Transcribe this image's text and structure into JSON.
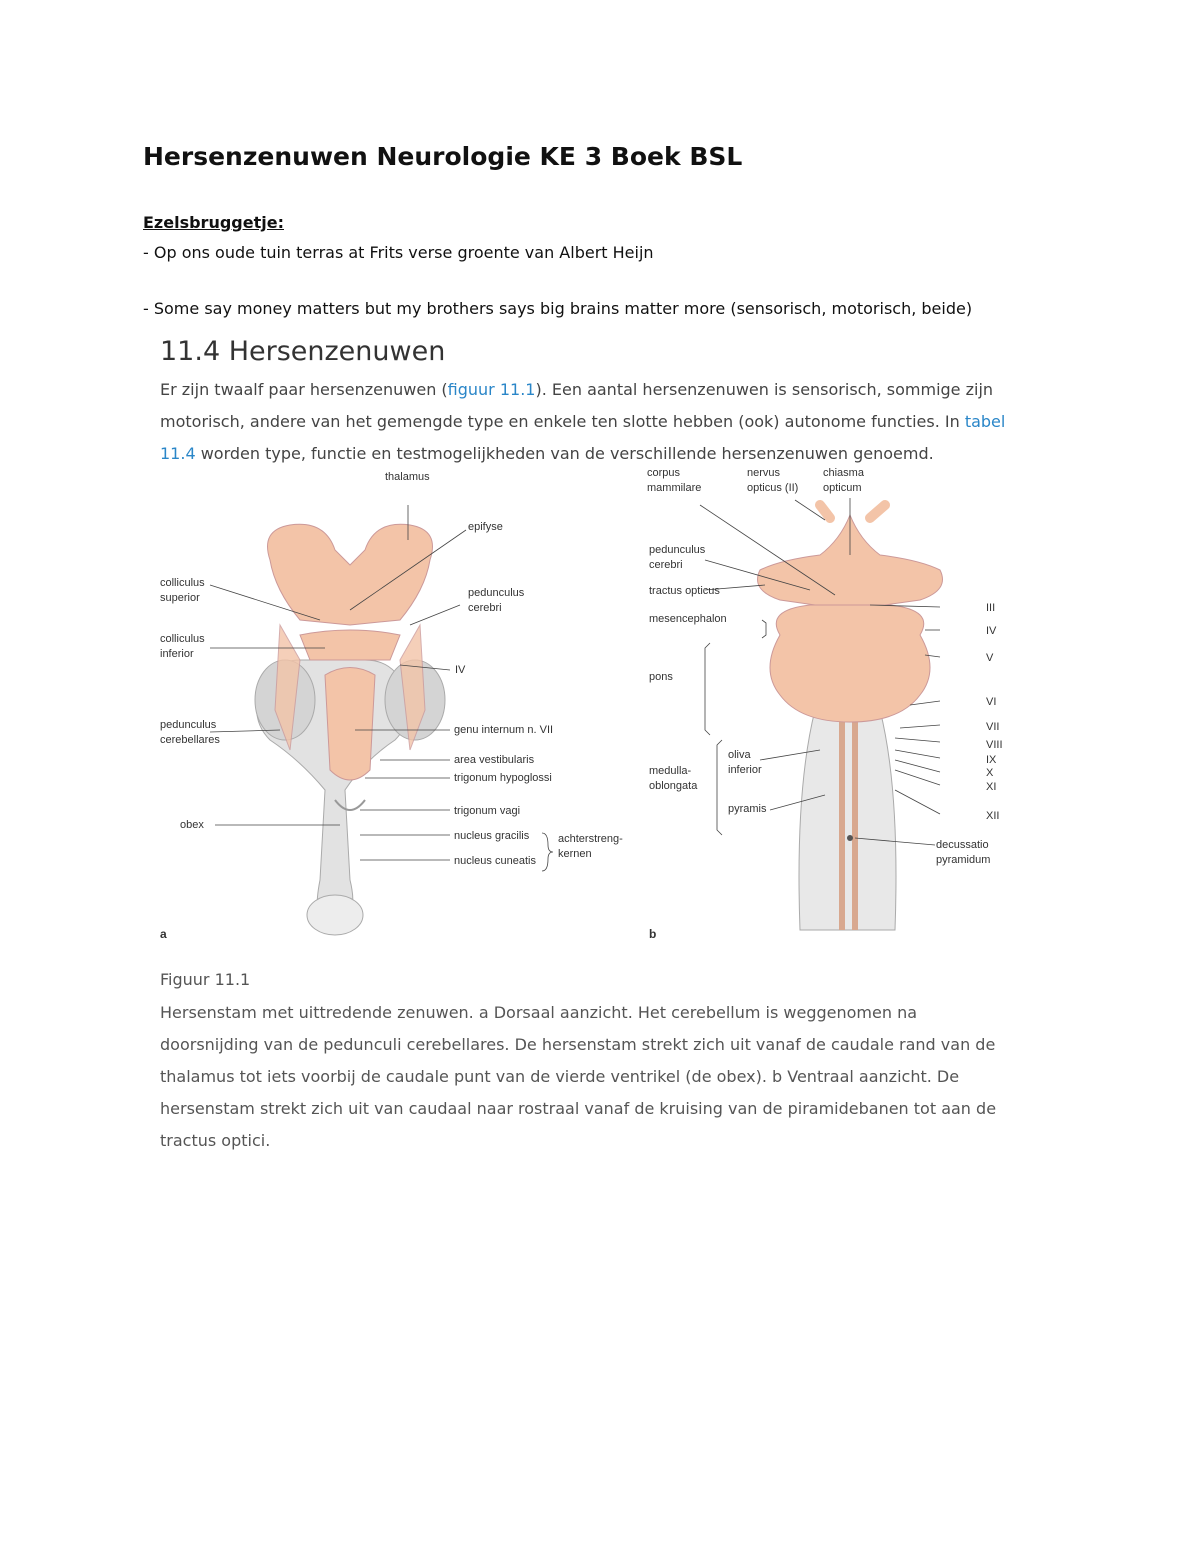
{
  "document": {
    "title": "Hersenzenuwen Neurologie KE 3 Boek BSL",
    "mnemonic_heading": "Ezelsbruggetje:",
    "mnemonic_1": "- Op ons oude tuin terras at Frits verse groente van Albert Heijn",
    "mnemonic_2": "- Some say money matters but my brothers says big brains matter more (sensorisch, motorisch, beide)"
  },
  "book": {
    "heading": "11.4 Hersenzenuwen",
    "para_1": "Er zijn twaalf paar hersenzenuwen (",
    "link_1": "figuur 11.1",
    "para_2": "). Een aantal hersenzenuwen is sensorisch, sommige zijn motorisch, andere van het gemengde type en enkele ten slotte hebben (ook) autonome functies. In ",
    "link_2": "tabel 11.4",
    "para_3": " worden type, functie en testmogelijkheden van de verschillende hersenzenuwen genoemd."
  },
  "figure": {
    "panel_a": "a",
    "panel_b": "b",
    "labels_a": {
      "thalamus": "thalamus",
      "epifyse": "epifyse",
      "colliculus_superior_1": "colliculus",
      "colliculus_superior_2": "superior",
      "pedunculus_cerebri_1": "pedunculus",
      "pedunculus_cerebri_2": "cerebri",
      "colliculus_inferior_1": "colliculus",
      "colliculus_inferior_2": "inferior",
      "iv": "IV",
      "pedunculus_cerebellares_1": "pedunculus",
      "pedunculus_cerebellares_2": "cerebellares",
      "genu_internum": "genu internum n. VII",
      "area_vestibularis": "area vestibularis",
      "trigonum_hypoglossi": "trigonum hypoglossi",
      "trigonum_vagi": "trigonum vagi",
      "obex": "obex",
      "nucleus_gracilis": "nucleus gracilis",
      "nucleus_cuneatis": "nucleus cuneatis",
      "achterstreng_1": "achterstreng-",
      "achterstreng_2": "kernen"
    },
    "labels_b": {
      "corpus_1": "corpus",
      "corpus_2": "mammilare",
      "nervus_1": "nervus",
      "nervus_2": "opticus (II)",
      "chiasma_1": "chiasma",
      "chiasma_2": "opticum",
      "pedunculus_1": "pedunculus",
      "pedunculus_2": "cerebri",
      "tractus": "tractus opticus",
      "mesencephalon": "mesencephalon",
      "pons": "pons",
      "medulla_1": "medulla-",
      "medulla_2": "oblongata",
      "oliva_1": "oliva",
      "oliva_2": "inferior",
      "pyramis": "pyramis",
      "decussatio_1": "decussatio",
      "decussatio_2": "pyramidum",
      "n_iii": "III",
      "n_iv": "IV",
      "n_v": "V",
      "n_vi": "VI",
      "n_vii": "VII",
      "n_viii": "VIII",
      "n_ix": "IX",
      "n_x": "X",
      "n_xi": "XI",
      "n_xii": "XII"
    },
    "title": "Figuur 11.1",
    "caption": "Hersenstam met uittredende zenuwen. a Dorsaal aanzicht. Het cerebellum is weggenomen na doorsnijding van de pedunculi cerebellares. De hersenstam strekt zich uit vanaf de caudale rand van de thalamus tot iets voorbij de caudale punt van de vierde ventrikel (de obex). b Ventraal aanzicht. De hersenstam strekt zich uit van caudaal naar rostraal vanaf de kruising van de piramidebanen tot aan de tractus optici."
  },
  "colors": {
    "flesh": "#f3c4a8",
    "grey_tissue": "#dcdcdc",
    "link": "#2a86c8"
  }
}
